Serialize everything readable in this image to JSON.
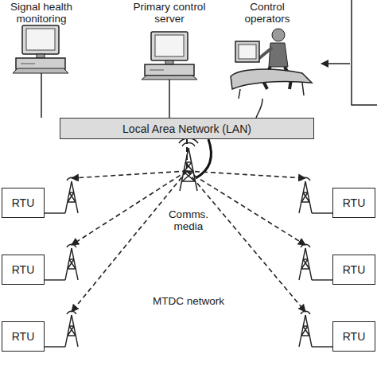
{
  "diagram": {
    "nodes": [
      {
        "text": [
          "Local Area Network (LAN)"
        ]
      },
      {
        "text": [
          "RTU"
        ]
      },
      {
        "text": [
          "RTU"
        ]
      },
      {
        "text": [
          "RTU"
        ]
      },
      {
        "text": [
          "RTU"
        ]
      },
      {
        "text": [
          "RTU"
        ]
      },
      {
        "text": [
          "RTU"
        ]
      }
    ],
    "edges": [
      {
        "from": 0,
        "to": 1,
        "arrow": "to"
      },
      {
        "from": 0,
        "to": 2,
        "arrow": "to"
      },
      {
        "from": 0,
        "to": 3,
        "arrow": "to"
      },
      {
        "from": 0,
        "to": 4,
        "arrow": "to"
      },
      {
        "from": 0,
        "to": 5,
        "arrow": "to"
      },
      {
        "from": 0,
        "to": 6,
        "arrow": "to"
      }
    ],
    "labels": [
      "Signal health monitoring",
      "Primary control server",
      "Control operators",
      "Comms. media",
      "MTDC network"
    ]
  }
}
